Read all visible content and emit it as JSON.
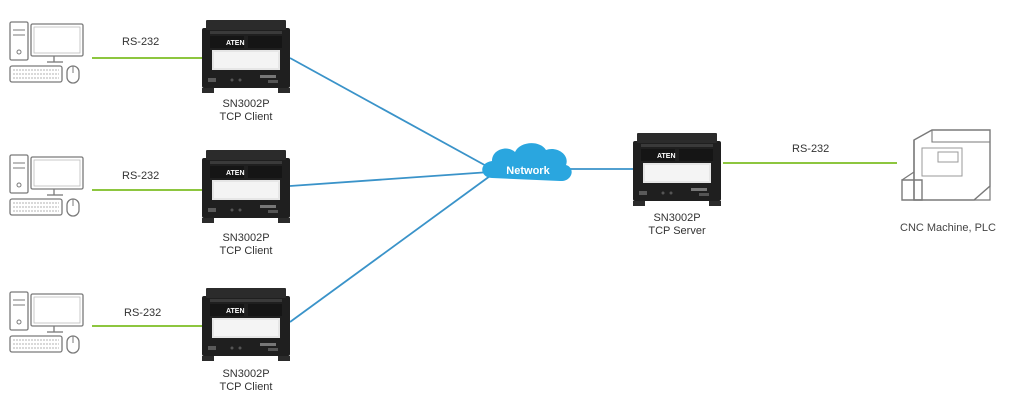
{
  "links": {
    "rs232_label": "RS-232"
  },
  "clients": [
    {
      "model": "SN3002P",
      "role": "TCP Client"
    },
    {
      "model": "SN3002P",
      "role": "TCP Client"
    },
    {
      "model": "SN3002P",
      "role": "TCP Client"
    }
  ],
  "server": {
    "model": "SN3002P",
    "role": "TCP Server"
  },
  "network": {
    "label": "Network"
  },
  "device": {
    "brand": "ATEN"
  },
  "endpoint": {
    "label": "CNC Machine, PLC"
  },
  "colors": {
    "serial_line": "#8dc63f",
    "network_line": "#3a93c9",
    "cloud": "#2aa6df",
    "device_body": "#1f1f1f",
    "icon_stroke": "#7a7a7a"
  }
}
